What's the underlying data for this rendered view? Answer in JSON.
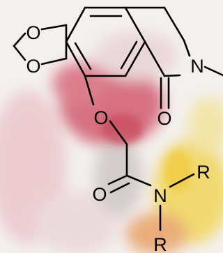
{
  "atoms": {
    "o_dioxole_top": "O",
    "o_dioxole_bottom": "O",
    "n_ring": "N",
    "o_carbonyl_ring": "O",
    "o_ether": "O",
    "o_amide": "O",
    "n_amide": "N",
    "r_top": "R",
    "r_bottom": "R"
  },
  "colors": {
    "ink": "#000000",
    "background": "#f3f0ee",
    "red_blossom": "#cf4a60",
    "pink_haze": "#e7b9c1",
    "yellow_flower": "#f2d24c"
  }
}
